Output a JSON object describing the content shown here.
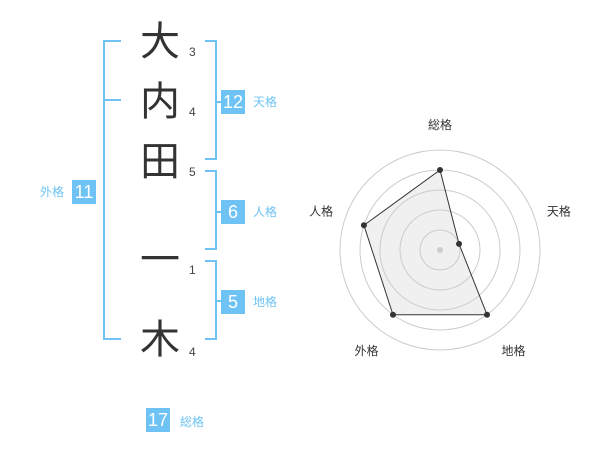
{
  "name_chars": [
    {
      "char": "大",
      "strokes": "3"
    },
    {
      "char": "内",
      "strokes": "4"
    },
    {
      "char": "田",
      "strokes": "5"
    },
    {
      "char": "一",
      "strokes": "1"
    },
    {
      "char": "木",
      "strokes": "4"
    }
  ],
  "fortune": {
    "tenkaku": {
      "value": "12",
      "label": "天格"
    },
    "jinkaku": {
      "value": "6",
      "label": "人格"
    },
    "chikaku": {
      "value": "5",
      "label": "地格"
    },
    "gaikaku": {
      "value": "11",
      "label": "外格"
    },
    "soukaku": {
      "value": "17",
      "label": "総格"
    }
  },
  "chart_data": {
    "type": "radar",
    "axes": [
      "総格",
      "天格",
      "地格",
      "外格",
      "人格"
    ],
    "values": [
      0.8,
      0.2,
      0.8,
      0.8,
      0.8
    ],
    "rings": 5,
    "range": [
      0,
      1
    ],
    "colors": {
      "fill": "#f0f0f0",
      "line": "#333333",
      "grid": "#cccccc",
      "point": "#333333"
    }
  },
  "colors": {
    "accent": "#6ec3f4",
    "text": "#333333"
  }
}
